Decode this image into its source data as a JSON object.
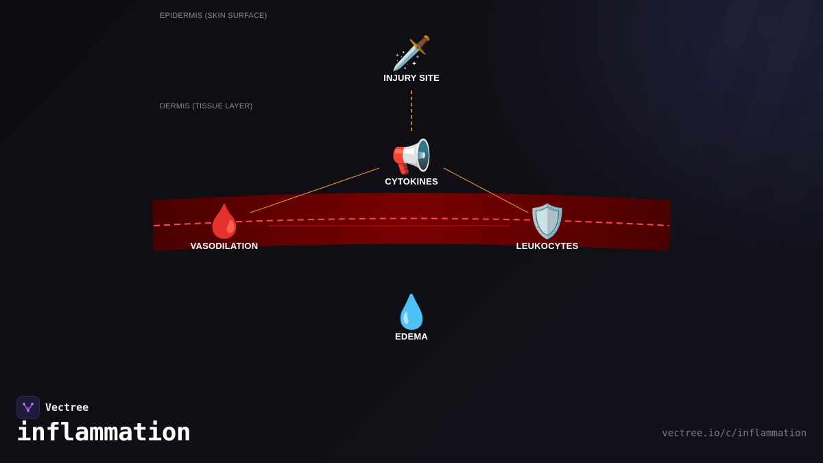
{
  "layers": {
    "epidermis": "EPIDERMIS (SKIN SURFACE)",
    "dermis": "DERMIS (TISSUE LAYER)"
  },
  "nodes": {
    "injury": {
      "icon": "dagger-icon",
      "emoji": "🗡️",
      "label": "INJURY SITE"
    },
    "cytokines": {
      "icon": "megaphone-icon",
      "emoji": "📢",
      "label": "CYTOKINES"
    },
    "vasodilation": {
      "icon": "blood-drop-icon",
      "emoji": "🩸",
      "label": "VASODILATION"
    },
    "leukocytes": {
      "icon": "shield-icon",
      "emoji": "🛡️",
      "label": "LEUKOCYTES"
    },
    "edema": {
      "icon": "water-drop-icon",
      "emoji": "💧",
      "label": "EDEMA"
    }
  },
  "brand": {
    "name": "Vectree",
    "logo": "vectree-logo-icon"
  },
  "title": "inflammation",
  "url": "vectree.io/c/inflammation",
  "colors": {
    "background": "#0f0e13",
    "vessel": "#8a0000",
    "vessel_dash": "#ff4a4a",
    "connector": "#f5a623",
    "text": "#ffffff",
    "muted": "#8a8a92"
  }
}
